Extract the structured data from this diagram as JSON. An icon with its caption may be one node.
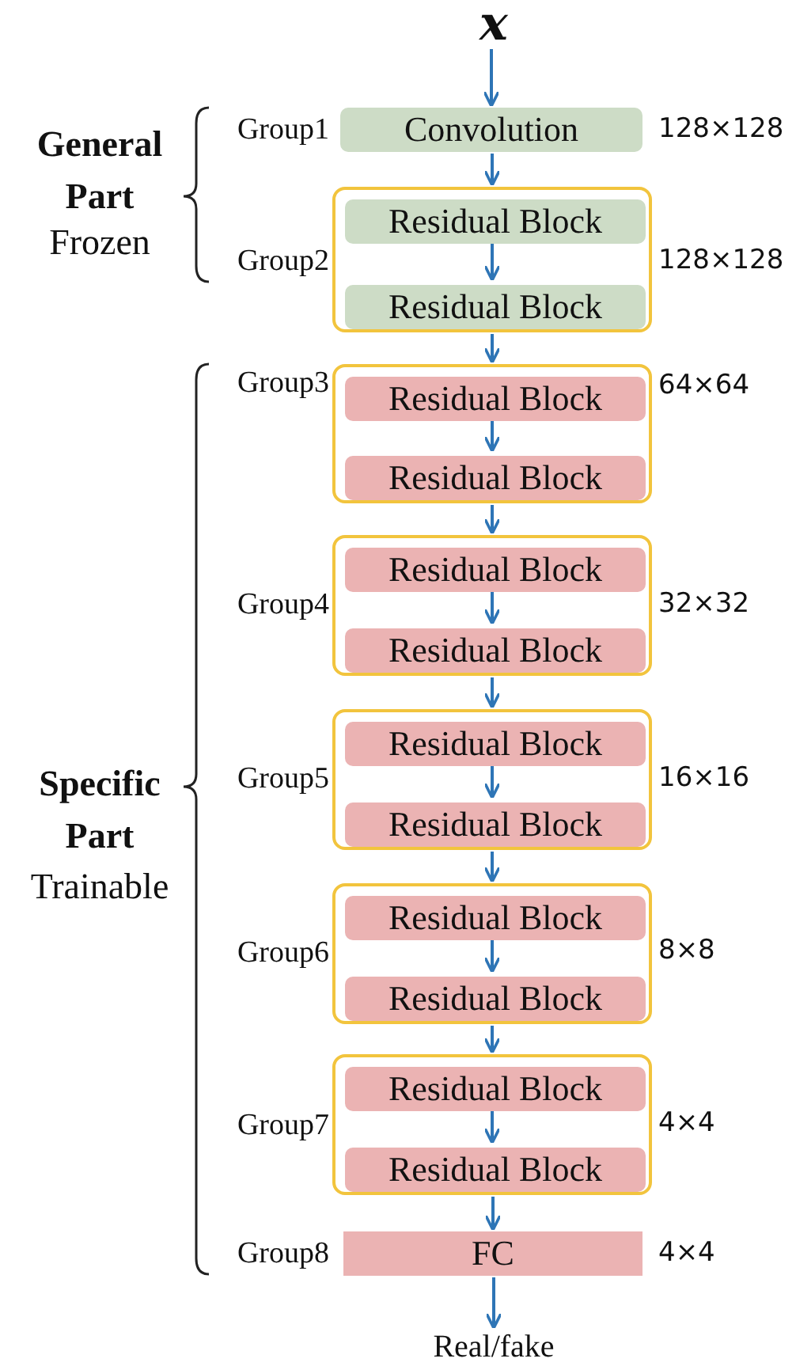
{
  "diagram": {
    "nodes": [
      {
        "text": [
          "x"
        ]
      },
      {
        "text": [
          "Convolution"
        ],
        "beside": [
          "Group1",
          "128×128"
        ]
      },
      {
        "text": [],
        "shape": "box",
        "beside": [
          "Group2",
          "128×128"
        ]
      },
      {
        "text": [
          "Residual Block"
        ],
        "in": 2
      },
      {
        "text": [
          "Residual Block"
        ],
        "in": 2
      },
      {
        "text": [],
        "shape": "box",
        "beside": [
          "Group3",
          "64×64"
        ]
      },
      {
        "text": [
          "Residual Block"
        ],
        "in": 5
      },
      {
        "text": [
          "Residual Block"
        ],
        "in": 5
      },
      {
        "text": [],
        "shape": "box",
        "beside": [
          "Group4",
          "32×32"
        ]
      },
      {
        "text": [
          "Residual Block"
        ],
        "in": 8
      },
      {
        "text": [
          "Residual Block"
        ],
        "in": 8
      },
      {
        "text": [],
        "shape": "box",
        "beside": [
          "Group5",
          "16×16"
        ]
      },
      {
        "text": [
          "Residual Block"
        ],
        "in": 11
      },
      {
        "text": [
          "Residual Block"
        ],
        "in": 11
      },
      {
        "text": [],
        "shape": "box",
        "beside": [
          "Group6",
          "8×8"
        ]
      },
      {
        "text": [
          "Residual Block"
        ],
        "in": 14
      },
      {
        "text": [
          "Residual Block"
        ],
        "in": 14
      },
      {
        "text": [],
        "shape": "box",
        "beside": [
          "Group7",
          "4×4"
        ]
      },
      {
        "text": [
          "Residual Block"
        ],
        "in": 17
      },
      {
        "text": [
          "Residual Block"
        ],
        "in": 17
      },
      {
        "text": [
          "FC"
        ],
        "beside": [
          "Group8",
          "4×4"
        ]
      },
      {
        "text": [
          "Real/fake"
        ]
      }
    ],
    "edges": [
      {
        "from": 0,
        "to": 1,
        "arrow": "to"
      },
      {
        "from": 1,
        "to": 2,
        "arrow": "to"
      },
      {
        "from": 3,
        "to": 4,
        "arrow": "to"
      },
      {
        "from": 2,
        "to": 5,
        "arrow": "to"
      },
      {
        "from": 6,
        "to": 7,
        "arrow": "to"
      },
      {
        "from": 5,
        "to": 8,
        "arrow": "to"
      },
      {
        "from": 9,
        "to": 10,
        "arrow": "to"
      },
      {
        "from": 8,
        "to": 11,
        "arrow": "to"
      },
      {
        "from": 12,
        "to": 13,
        "arrow": "to"
      },
      {
        "from": 11,
        "to": 14,
        "arrow": "to"
      },
      {
        "from": 15,
        "to": 16,
        "arrow": "to"
      },
      {
        "from": 14,
        "to": 17,
        "arrow": "to"
      },
      {
        "from": 18,
        "to": 19,
        "arrow": "to"
      },
      {
        "from": 17,
        "to": 20,
        "arrow": "to"
      },
      {
        "from": 20,
        "to": 21,
        "arrow": "to"
      }
    ],
    "labels": [
      "General Part",
      "Frozen",
      "Specific Part",
      "Trainable"
    ]
  }
}
